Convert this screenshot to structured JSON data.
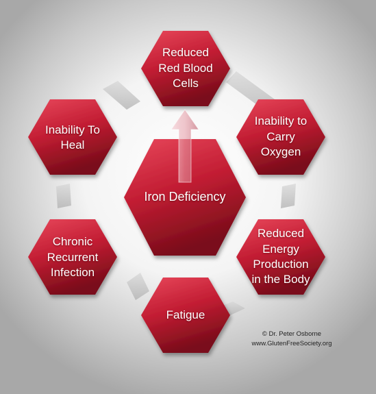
{
  "hexagons": {
    "top": {
      "label": "Reduced\nRed Blood\nCells"
    },
    "top_right": {
      "label": "Inability to\nCarry\nOxygen"
    },
    "bottom_right": {
      "label": "Reduced\nEnergy\nProduction\nin the Body"
    },
    "bottom": {
      "label": "Fatigue"
    },
    "bottom_left": {
      "label": "Chronic\nRecurrent\nInfection"
    },
    "top_left": {
      "label": "Inability To\nHeal"
    },
    "center": {
      "label": "Iron Deficiency"
    }
  },
  "credit": {
    "author": "© Dr. Peter Osborne",
    "website": "www.GlutenFreeSociety.org"
  },
  "colors": {
    "hex_light": "#e8475b",
    "hex_mid": "#c21d33",
    "hex_dark": "#7a0d1a",
    "connector": "#bcbcbc",
    "arrow": "#f1c4cb"
  }
}
